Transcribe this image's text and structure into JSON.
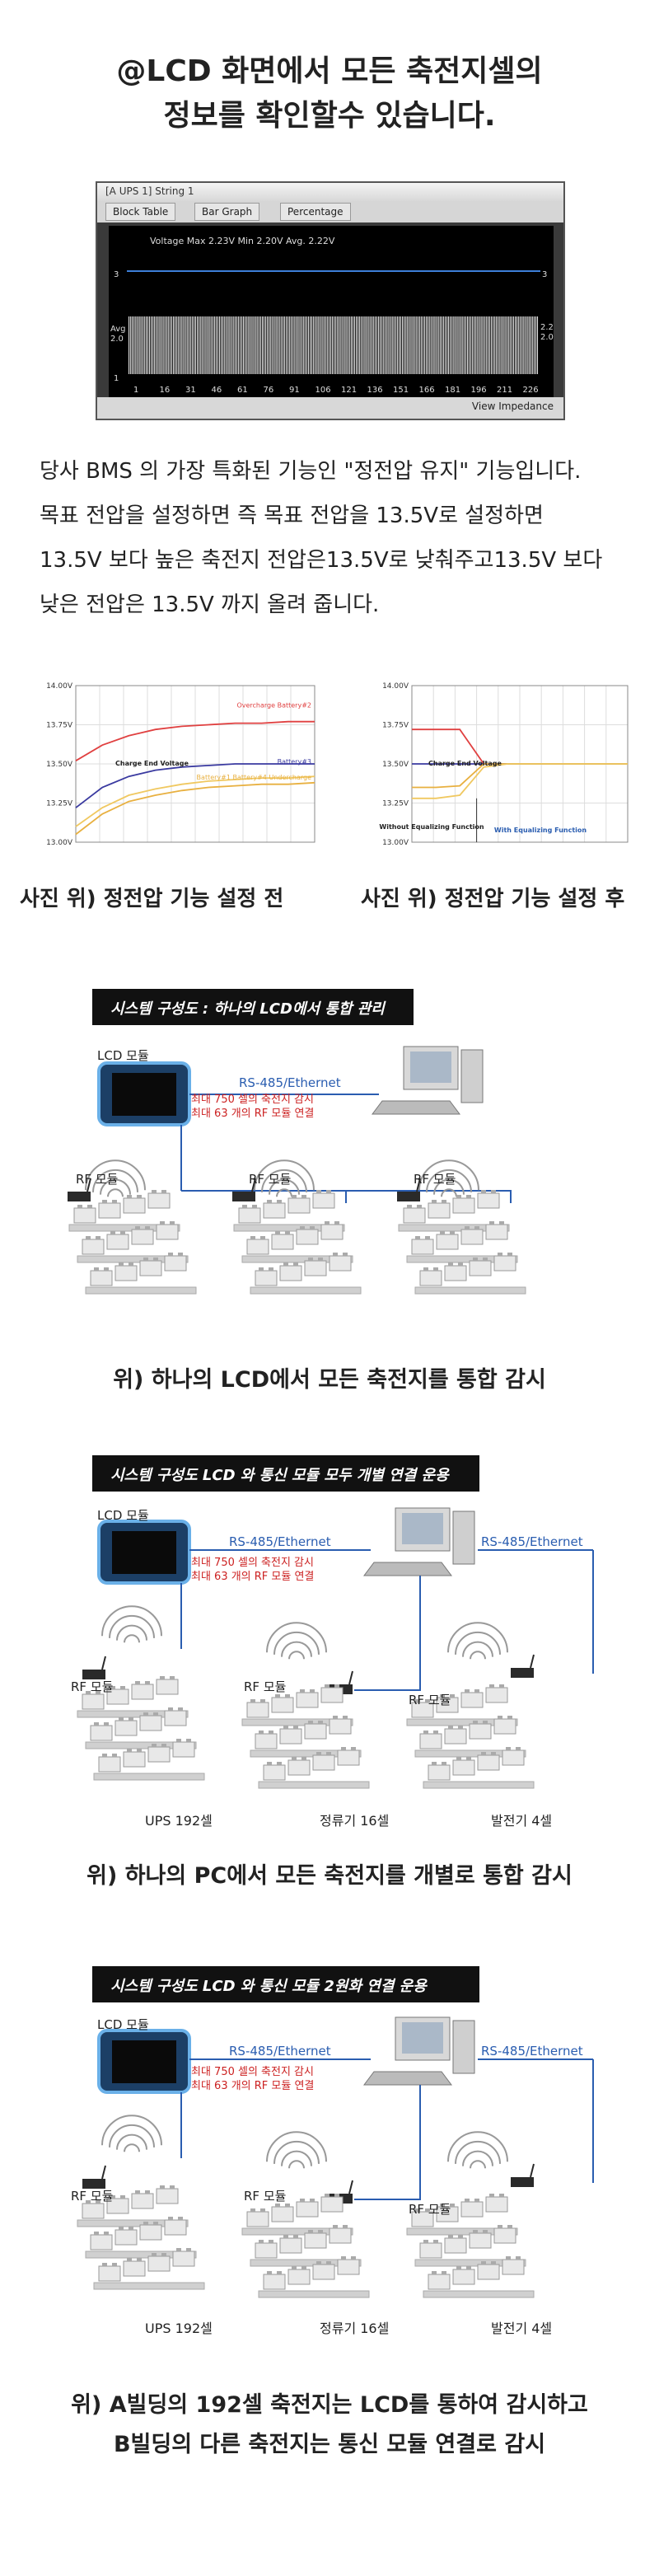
{
  "title": {
    "line1": "@LCD 화면에서 모든 축전지셀의",
    "line2": "정보를 확인할수 있습니다."
  },
  "lcd_screen": {
    "window_title": "[A UPS 1] String 1",
    "tabs": [
      "Block Table",
      "Bar Graph",
      "Percentage"
    ],
    "voltage_info": "Voltage Max 2.23V  Min 2.20V  Avg. 2.22V",
    "y_top": "3",
    "y_avg": "Avg",
    "y_avg_val": "2.0",
    "y_right_top": "3",
    "y_right_avg": "2.2",
    "y_right_avg2": "2.0",
    "y_bottom": "1",
    "x_ticks": [
      "1",
      "16",
      "31",
      "46",
      "61",
      "76",
      "91",
      "106",
      "121",
      "136",
      "151",
      "166",
      "181",
      "196",
      "211",
      "226"
    ],
    "view_button": "View Impedance"
  },
  "paragraph": [
    "당사 BMS 의 가장 특화된 기능인 \"정전압 유지\" 기능입니다.",
    "목표 전압을 설정하면 즉 목표 전압을 13.5V로 설정하면",
    "13.5V 보다 높은 축전지 전압은13.5V로 낮춰주고13.5V 보다",
    "낮은 전압은 13.5V 까지 올려 줍니다."
  ],
  "chart_data": [
    {
      "type": "line",
      "y_ticks": [
        "14.00V",
        "13.75V",
        "13.50V",
        "13.25V",
        "13.00V"
      ],
      "ylim": [
        13.0,
        14.0
      ],
      "grid": true,
      "annotations": [
        "Charge End Voltage"
      ],
      "series": [
        {
          "name": "Overcharge Battery#2",
          "color": "#e04040",
          "values": [
            13.52,
            13.62,
            13.68,
            13.72,
            13.74,
            13.75,
            13.76,
            13.76,
            13.77,
            13.77
          ]
        },
        {
          "name": "Battery#3",
          "color": "#3a3aa0",
          "values": [
            13.22,
            13.35,
            13.42,
            13.46,
            13.48,
            13.49,
            13.5,
            13.5,
            13.5,
            13.5
          ]
        },
        {
          "name": "Battery#1 Battery#4 Undercharge",
          "color": "#e8b040",
          "values": [
            13.05,
            13.18,
            13.26,
            13.3,
            13.33,
            13.35,
            13.36,
            13.37,
            13.37,
            13.38
          ]
        },
        {
          "name": "",
          "color": "#f0c860",
          "values": [
            13.1,
            13.22,
            13.3,
            13.34,
            13.37,
            13.39,
            13.4,
            13.41,
            13.41,
            13.42
          ]
        }
      ]
    },
    {
      "type": "line",
      "y_ticks": [
        "14.00V",
        "13.75V",
        "13.50V",
        "13.25V",
        "13.00V"
      ],
      "ylim": [
        13.0,
        14.0
      ],
      "grid": true,
      "annotations": [
        "Charge End Voltage",
        "Without Equalizing Function",
        "With Equalizing Function"
      ],
      "series": [
        {
          "name": "",
          "color": "#e04040",
          "values": [
            13.72,
            13.72,
            13.72,
            13.5,
            13.5,
            13.5,
            13.5,
            13.5,
            13.5,
            13.5
          ]
        },
        {
          "name": "",
          "color": "#3a3aa0",
          "values": [
            13.5,
            13.5,
            13.5,
            13.5,
            13.5,
            13.5,
            13.5,
            13.5,
            13.5,
            13.5
          ]
        },
        {
          "name": "",
          "color": "#e8b040",
          "values": [
            13.35,
            13.35,
            13.36,
            13.5,
            13.5,
            13.5,
            13.5,
            13.5,
            13.5,
            13.5
          ]
        },
        {
          "name": "",
          "color": "#f0c860",
          "values": [
            13.28,
            13.28,
            13.3,
            13.48,
            13.5,
            13.5,
            13.5,
            13.5,
            13.5,
            13.5
          ]
        }
      ]
    }
  ],
  "captions": {
    "before": "사진 위) 정전압 기능 설정 전",
    "after": "사진 위) 정전압 기능 설정 후"
  },
  "diagram1": {
    "banner": "시스템 구성도 : 하나의 LCD에서 통합 관리",
    "lcd_label": "LCD 모듈",
    "link_label": "RS-485/Ethernet",
    "spec_line1": "최대 750 셀의 축전지 감시",
    "spec_line2": "최대 63 개의 RF 모듈 연결",
    "rf_labels": [
      "RF 모듈",
      "RF 모듈",
      "RF 모듈"
    ],
    "caption": "위) 하나의 LCD에서 모든 축전지를 통합 감시"
  },
  "diagram2": {
    "banner": "시스템 구성도   LCD 와  통신 모듈  모두 개별 연결 운용",
    "lcd_label": "LCD 모듈",
    "link_label_left": "RS-485/Ethernet",
    "link_label_right": "RS-485/Ethernet",
    "spec_line1": "최대 750 셀의 축전지 감시",
    "spec_line2": "최대 63 개의 RF 모듈 연결",
    "rf_labels": [
      "RF 모듈",
      "RF 모듈",
      "RF 모듈"
    ],
    "group_labels": [
      "UPS   192셀",
      "정류기 16셀",
      "발전기 4셀"
    ],
    "caption": "위) 하나의 PC에서 모든 축전지를 개별로 통합 감시"
  },
  "diagram3": {
    "banner": "시스템 구성도   LCD 와  통신 모듈 2원화 연결 운용",
    "lcd_label": "LCD 모듈",
    "link_label_left": "RS-485/Ethernet",
    "link_label_right": "RS-485/Ethernet",
    "spec_line1": "최대 750 셀의 축전지 감시",
    "spec_line2": "최대 63 개의 RF 모듈 연결",
    "rf_labels": [
      "RF 모듈",
      "RF 모듈",
      "RF 모듈"
    ],
    "group_labels": [
      "UPS   192셀",
      "정류기 16셀",
      "발전기 4셀"
    ],
    "caption_line1": "위) A빌딩의 192셀 축전지는 LCD를 통하여 감시하고",
    "caption_line2": "B빌딩의 다른 축전지는 통신 모듈 연결로 감시"
  }
}
